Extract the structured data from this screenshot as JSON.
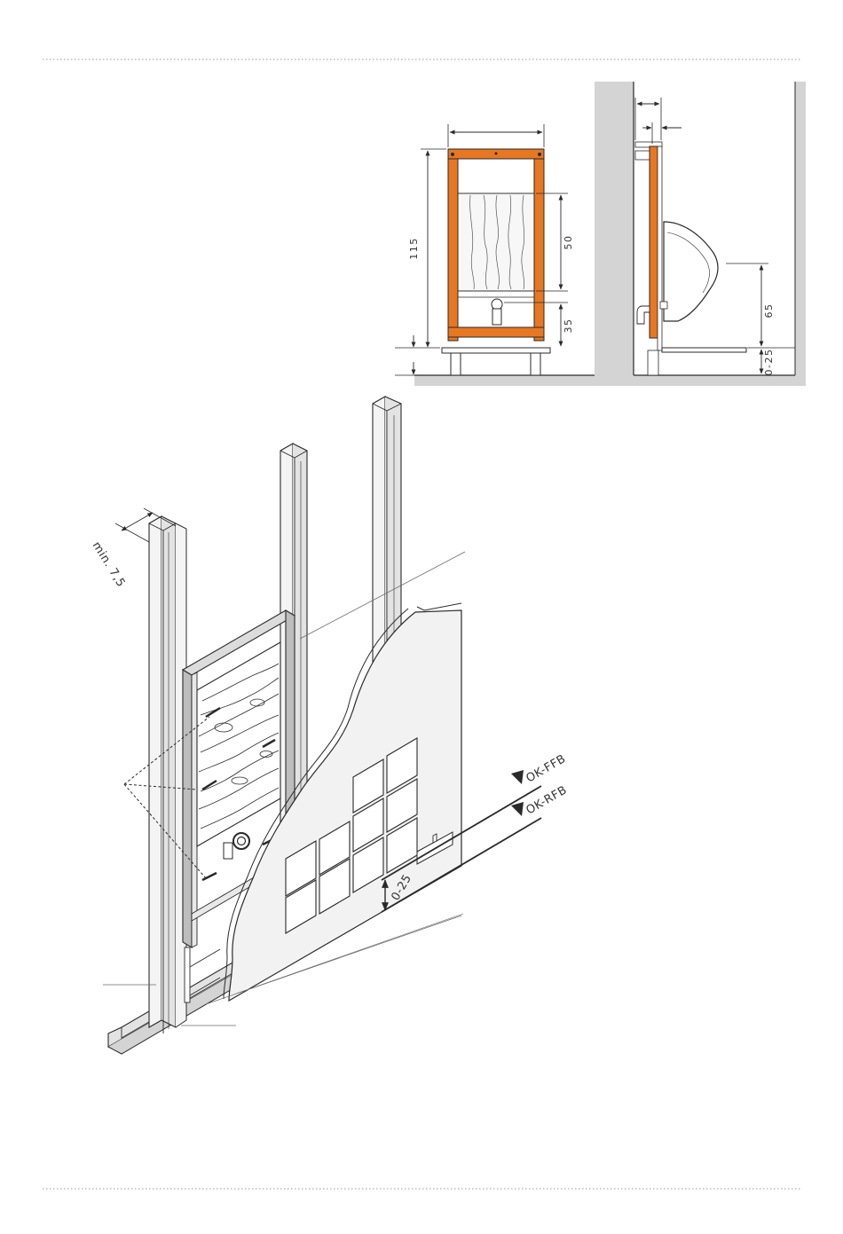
{
  "colors": {
    "frame_orange": "#e87722",
    "wall_grey": "#d4d4d4",
    "line_dark": "#2a2a2a",
    "dotted_rule": "#9a9a9a",
    "board_fill": "#f2f2f2",
    "profile_fill": "#e3e3e3"
  },
  "front_view": {
    "dim_height_total": "115",
    "dim_height_board": "50",
    "dim_height_outlet": "35"
  },
  "side_view": {
    "dim_height_urinal": "65",
    "dim_height_floor": "0-25"
  },
  "iso_view": {
    "dim_min_depth": "min. 7,5",
    "dim_floor": "0-25",
    "label_finished_floor": "OK-FFB",
    "label_raw_floor": "OK-RFB"
  },
  "icons": {
    "level_marker": "triangle-level-marker-icon"
  }
}
